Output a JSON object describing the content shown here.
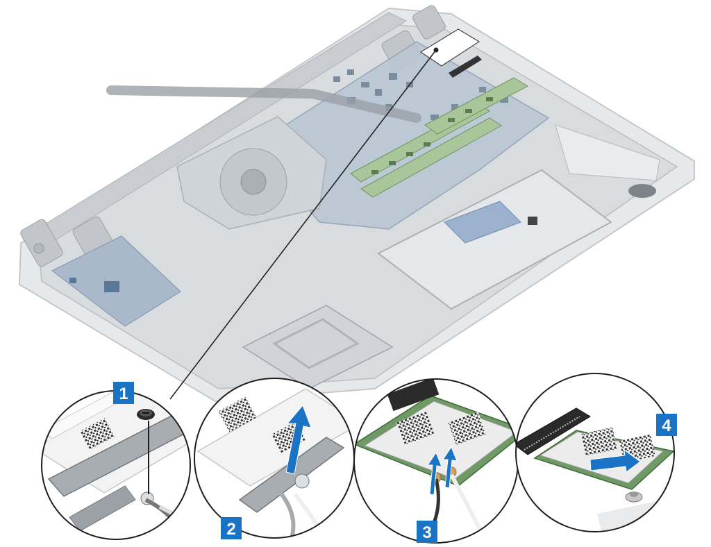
{
  "steps": [
    {
      "number": "1"
    },
    {
      "number": "2"
    },
    {
      "number": "3"
    },
    {
      "number": "4"
    }
  ],
  "colors": {
    "badge": "#1a73c4",
    "arrow": "#1a73c4",
    "laptop_base": "#dcdfe2",
    "board_green": "#5c8a55",
    "board_blue": "#6e8fb2",
    "bracket": "#9ea4aa"
  }
}
